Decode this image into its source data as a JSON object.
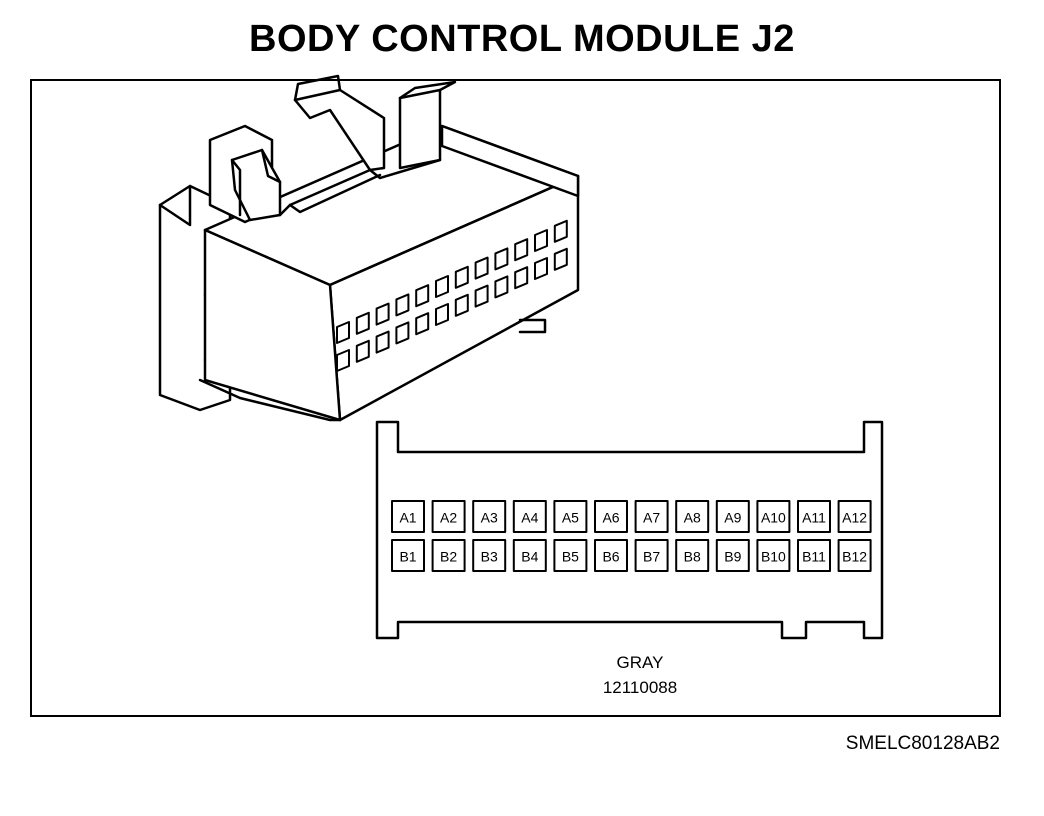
{
  "title": "BODY CONTROL MODULE J2",
  "connector": {
    "color": "GRAY",
    "part_number": "12110088",
    "row_a": [
      "A1",
      "A2",
      "A3",
      "A4",
      "A5",
      "A6",
      "A7",
      "A8",
      "A9",
      "A10",
      "A11",
      "A12"
    ],
    "row_b": [
      "B1",
      "B2",
      "B3",
      "B4",
      "B5",
      "B6",
      "B7",
      "B8",
      "B9",
      "B10",
      "B11",
      "B12"
    ]
  },
  "figure_id": "SMELC80128AB2"
}
